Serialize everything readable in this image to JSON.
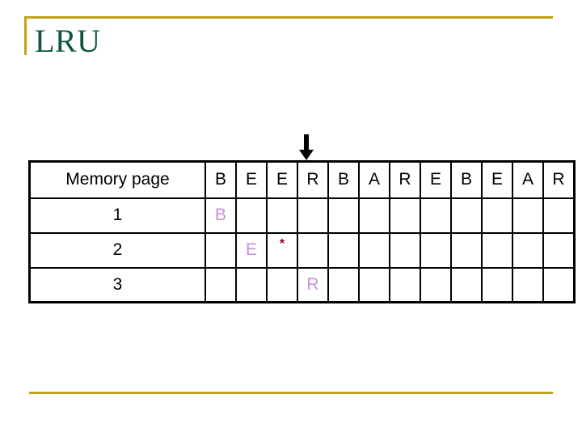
{
  "slide": {
    "title": "LRU",
    "accent_gold": "#C2A21A",
    "title_green": "#10563C",
    "page_purple": "#C98FDD",
    "star_red": "#99002B"
  },
  "annotations": {
    "pointer_icon": "down-arrow-icon",
    "pointer_target_column_index": 3
  },
  "table": {
    "row_header_label": "Memory page",
    "reference_string": [
      "B",
      "E",
      "E",
      "R",
      "B",
      "A",
      "R",
      "E",
      "B",
      "E",
      "A",
      "R"
    ],
    "rows": [
      {
        "label": "1",
        "cells": [
          "B",
          "",
          "",
          "",
          "",
          "",
          "",
          "",
          "",
          "",
          "",
          ""
        ]
      },
      {
        "label": "2",
        "cells": [
          "",
          "E",
          "*",
          "",
          "",
          "",
          "",
          "",
          "",
          "",
          "",
          ""
        ]
      },
      {
        "label": "3",
        "cells": [
          "",
          "",
          "",
          "R",
          "",
          "",
          "",
          "",
          "",
          "",
          "",
          ""
        ]
      }
    ]
  }
}
